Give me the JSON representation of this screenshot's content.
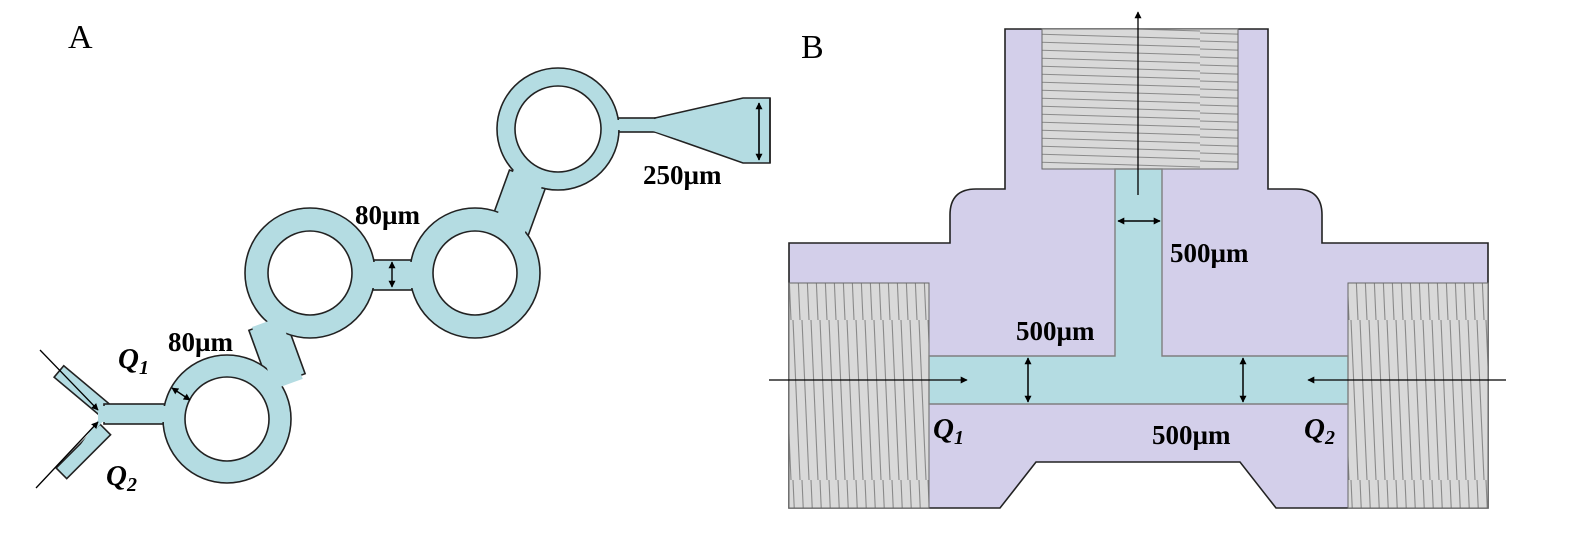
{
  "panel_a": {
    "label": "A",
    "dim_outlet": "250µm",
    "dim_neck_middle": "80µm",
    "dim_neck_inlet": "80µm",
    "q1": {
      "symbol": "Q",
      "subscript": "1"
    },
    "q2": {
      "symbol": "Q",
      "subscript": "2"
    }
  },
  "panel_b": {
    "label": "B",
    "dim_vertical_channel": "500µm",
    "dim_left_channel": "500µm",
    "dim_bottom": "500µm",
    "q1": {
      "symbol": "Q",
      "subscript": "1"
    },
    "q2": {
      "symbol": "Q",
      "subscript": "2"
    }
  },
  "colors": {
    "channel_fill": "#b4dce2",
    "body_fill": "#d3cfea",
    "thread_fill": "#d9d9d9",
    "outline": "#222222",
    "channel_outline_b": "#7f7f7f"
  }
}
